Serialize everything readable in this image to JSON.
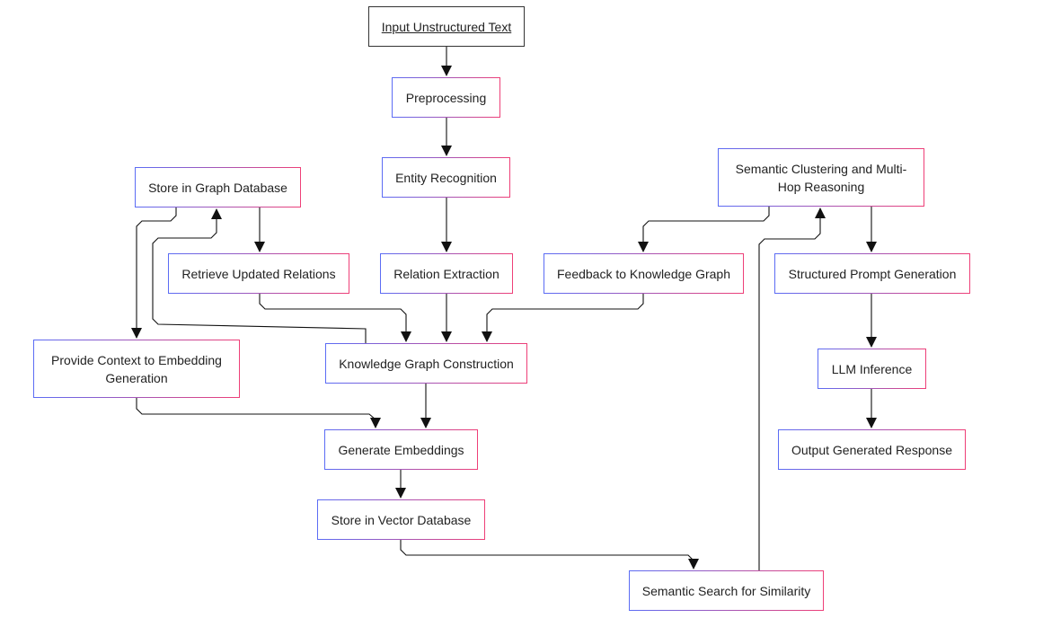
{
  "diagram": {
    "nodes": [
      {
        "id": "input",
        "label": "Input Unstructured Text"
      },
      {
        "id": "pre",
        "label": "Preprocessing"
      },
      {
        "id": "entity",
        "label": "Entity Recognition"
      },
      {
        "id": "relation",
        "label": "Relation Extraction"
      },
      {
        "id": "kgc",
        "label": "Knowledge Graph Construction"
      },
      {
        "id": "sgd",
        "label": "Store in Graph Database"
      },
      {
        "id": "rur",
        "label": "Retrieve Updated Relations"
      },
      {
        "id": "pce",
        "label": "Provide Context to Embedding Generation"
      },
      {
        "id": "gen",
        "label": "Generate Embeddings"
      },
      {
        "id": "svd",
        "label": "Store in Vector Database"
      },
      {
        "id": "sss",
        "label": "Semantic Search for Similarity"
      },
      {
        "id": "scm",
        "label": "Semantic Clustering and Multi-Hop Reasoning"
      },
      {
        "id": "fkg",
        "label": "Feedback to Knowledge Graph"
      },
      {
        "id": "spg",
        "label": "Structured Prompt Generation"
      },
      {
        "id": "llm",
        "label": "LLM Inference"
      },
      {
        "id": "ogr",
        "label": "Output Generated Response"
      }
    ],
    "edges": [
      {
        "from": "input",
        "to": "pre"
      },
      {
        "from": "pre",
        "to": "entity"
      },
      {
        "from": "entity",
        "to": "relation"
      },
      {
        "from": "relation",
        "to": "kgc"
      },
      {
        "from": "kgc",
        "to": "sgd"
      },
      {
        "from": "sgd",
        "to": "rur"
      },
      {
        "from": "sgd",
        "to": "pce"
      },
      {
        "from": "rur",
        "to": "kgc"
      },
      {
        "from": "fkg",
        "to": "kgc"
      },
      {
        "from": "kgc",
        "to": "gen"
      },
      {
        "from": "pce",
        "to": "gen"
      },
      {
        "from": "gen",
        "to": "svd"
      },
      {
        "from": "svd",
        "to": "sss"
      },
      {
        "from": "sss",
        "to": "scm"
      },
      {
        "from": "scm",
        "to": "fkg"
      },
      {
        "from": "scm",
        "to": "spg"
      },
      {
        "from": "spg",
        "to": "llm"
      },
      {
        "from": "llm",
        "to": "ogr"
      }
    ]
  }
}
